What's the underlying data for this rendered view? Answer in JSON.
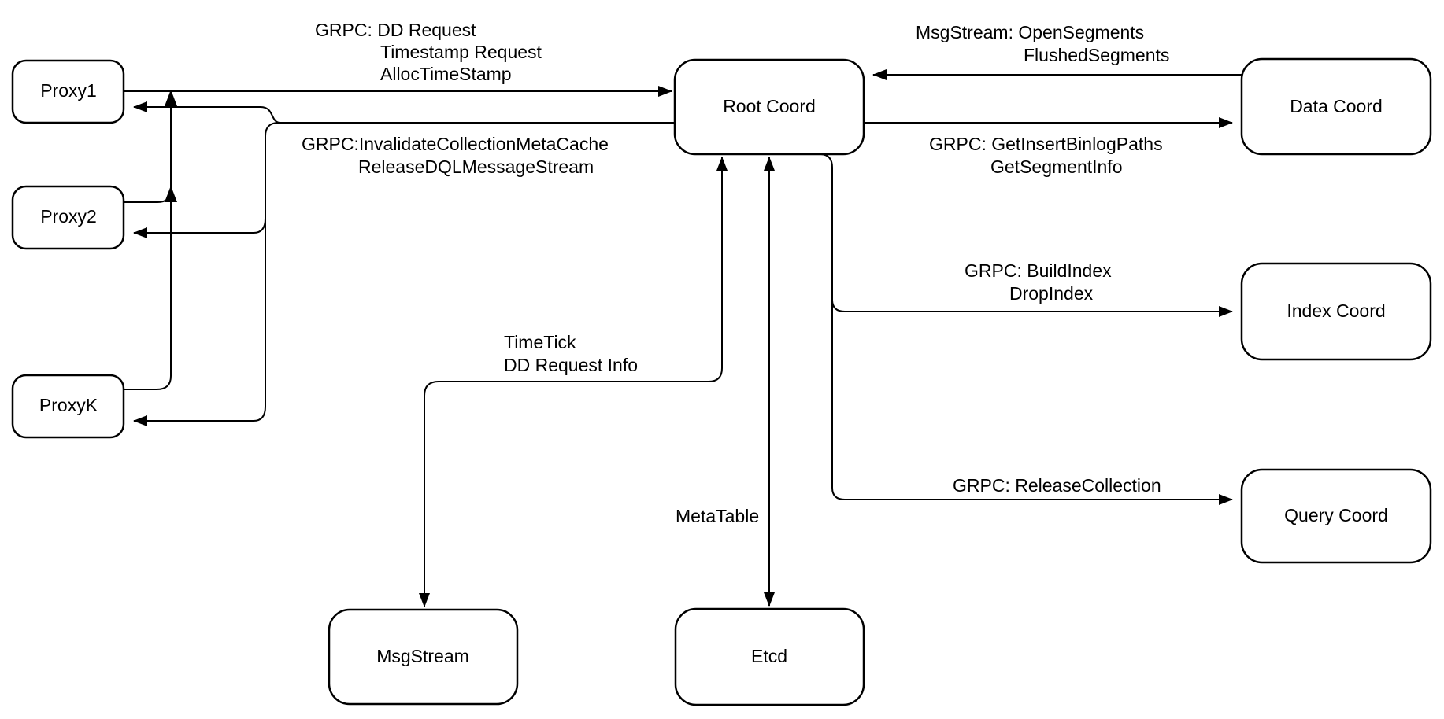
{
  "colors": {
    "background": "#ffffff",
    "line": "#000000",
    "text": "#000000",
    "node_fill": "#ffffff"
  },
  "nodes": {
    "proxy1": {
      "label": "Proxy1"
    },
    "proxy2": {
      "label": "Proxy2"
    },
    "proxyk": {
      "label": "ProxyK"
    },
    "root_coord": {
      "label": "Root Coord"
    },
    "data_coord": {
      "label": "Data Coord"
    },
    "index_coord": {
      "label": "Index Coord"
    },
    "query_coord": {
      "label": "Query Coord"
    },
    "msgstream": {
      "label": "MsgStream"
    },
    "etcd": {
      "label": "Etcd"
    }
  },
  "edges": {
    "proxy_to_root_coord": {
      "line1": "GRPC: DD Request",
      "line2": "Timestamp Request",
      "line3": "AllocTimeStamp"
    },
    "root_coord_to_proxy": {
      "line1": "GRPC:InvalidateCollectionMetaCache",
      "line2": "ReleaseDQLMessageStream"
    },
    "data_coord_to_root_coord": {
      "line1": "MsgStream: OpenSegments",
      "line2": "FlushedSegments"
    },
    "root_coord_to_data_coord": {
      "line1": "GRPC: GetInsertBinlogPaths",
      "line2": "GetSegmentInfo"
    },
    "root_coord_to_index_coord": {
      "line1": "GRPC: BuildIndex",
      "line2": "DropIndex"
    },
    "root_coord_to_query_coord": {
      "line1": "GRPC: ReleaseCollection"
    },
    "root_coord_to_msgstream": {
      "line1": "TimeTick",
      "line2": "DD Request Info"
    },
    "root_coord_to_etcd": {
      "line1": "MetaTable"
    }
  }
}
